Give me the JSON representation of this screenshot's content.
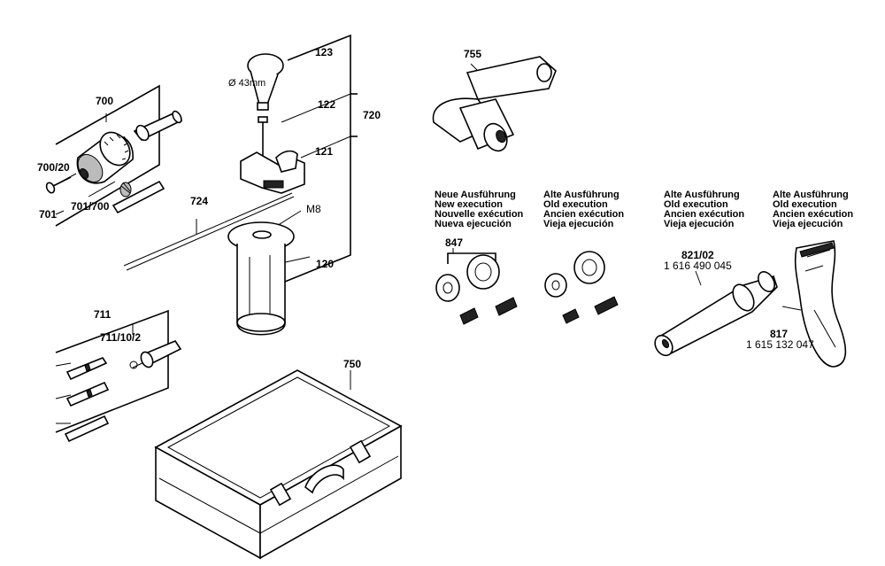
{
  "callouts": {
    "c700": "700",
    "c700_20": "700/20",
    "c701": "701",
    "c701_700": "701/700",
    "c724": "724",
    "c711": "711",
    "c711_10_2": "711/10/2",
    "c123": "123",
    "c122": "122",
    "c121": "121",
    "c720": "720",
    "c120": "120",
    "cM8": "M8",
    "c43": "Ø 43mm",
    "c755": "755",
    "c750": "750",
    "c847": "847",
    "c821_02": "821/02",
    "c817": "817"
  },
  "part_numbers": {
    "p821_02": "1 616 490 045",
    "p817": "1 615 132 047"
  },
  "notes": {
    "new": [
      "Neue Ausführung",
      "New execution",
      "Nouvelle exécution",
      "Nueva ejecución"
    ],
    "old_a": [
      "Alte Ausführung",
      "Old execution",
      "Ancien exécution",
      "Vieja ejecución"
    ],
    "old_b": [
      "Alte Ausführung",
      "Old execution",
      "Ancien exécution",
      "Vieja ejecución"
    ],
    "old_c": [
      "Alte Ausführung",
      "Old execution",
      "Ancien exécution",
      "Vieja ejecución"
    ]
  }
}
